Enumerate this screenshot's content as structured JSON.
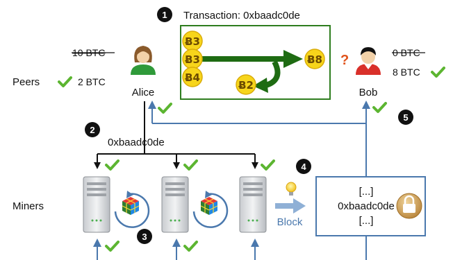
{
  "transaction": {
    "title": "Transaction: 0xbaadc0de",
    "inputs": [
      "Ƀ3",
      "Ƀ3",
      "Ƀ4"
    ],
    "output": "Ƀ8",
    "change": "Ƀ2",
    "question_mark": "?"
  },
  "steps": [
    "1",
    "2",
    "3",
    "4",
    "5"
  ],
  "rows": {
    "peers": "Peers",
    "miners": "Miners"
  },
  "alice": {
    "name": "Alice",
    "old_balance": "10 BTC",
    "new_balance": "2 BTC"
  },
  "bob": {
    "name": "Bob",
    "old_balance": "0 BTC",
    "new_balance": "8 BTC"
  },
  "broadcast_tx": "0xbaadc0de",
  "block": {
    "arrow_label": "Block",
    "line1": "[...]",
    "line2": "0xbaadc0de",
    "line3": "[...]"
  },
  "colors": {
    "tx_border": "#2e7d1e",
    "big_arrow": "#1e6b12",
    "coin_fill": "#f7d51b",
    "check": "#5cb531",
    "flow_arrow": "#4a78ad",
    "question": "#e0521a",
    "block_text": "#4a78ad"
  }
}
